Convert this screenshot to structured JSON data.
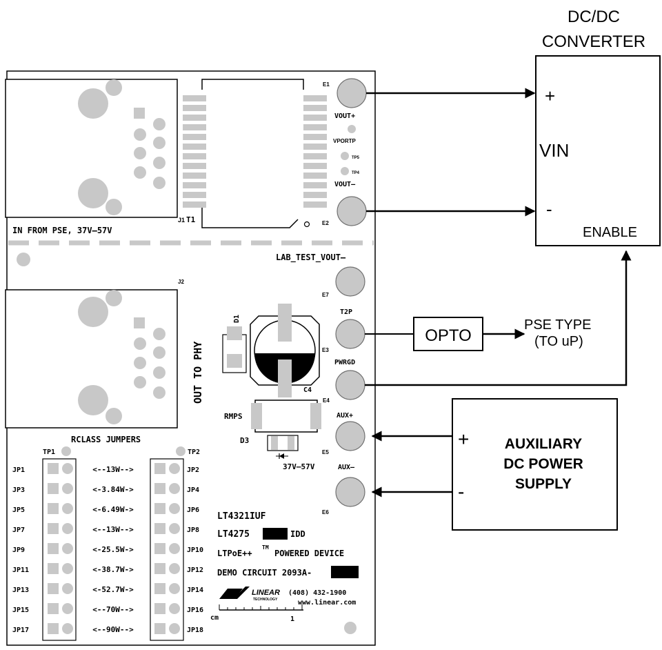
{
  "board": {
    "j1_label": "J1",
    "t1_label": "T1",
    "in_from_pse": "IN FROM PSE, 37V–57V",
    "j2_label": "J2",
    "out_to_phy": "OUT TO PHY",
    "d1_label": "D1",
    "c4_label": "C4",
    "rmps_label": "RMPS",
    "d3_label": "D3",
    "voltage_range": "37V–57V",
    "rclass_title": "RCLASS JUMPERS",
    "tp1": "TP1",
    "tp2": "TP2",
    "tp4": "TP4",
    "tp5": "TP5",
    "jumpers": [
      {
        "left": "JP1",
        "power": "<--13W-->",
        "right": "JP2"
      },
      {
        "left": "JP3",
        "power": "<-3.84W->",
        "right": "JP4"
      },
      {
        "left": "JP5",
        "power": "<-6.49W->",
        "right": "JP6"
      },
      {
        "left": "JP7",
        "power": "<--13W-->",
        "right": "JP8"
      },
      {
        "left": "JP9",
        "power": "<-25.5W->",
        "right": "JP10"
      },
      {
        "left": "JP11",
        "power": "<-38.7W->",
        "right": "JP12"
      },
      {
        "left": "JP13",
        "power": "<-52.7W->",
        "right": "JP14"
      },
      {
        "left": "JP15",
        "power": "<--70W-->",
        "right": "JP16"
      },
      {
        "left": "JP17",
        "power": "<--90W-->",
        "right": "JP18"
      }
    ],
    "terminals": {
      "e1": "E1",
      "vout_plus": "VOUT+",
      "vportp": "VPORTP",
      "vout_minus": "VOUT–",
      "e2": "E2",
      "lab_test": "LAB_TEST_VOUT–",
      "e7": "E7",
      "t2p": "T2P",
      "e3": "E3",
      "pwrgd": "PWRGD",
      "e4": "E4",
      "aux_plus": "AUX+",
      "e5": "E5",
      "aux_minus": "AUX–",
      "e6": "E6"
    },
    "silkscreen": {
      "part1": "LT4321IUF",
      "part2_prefix": "LT4275",
      "part2_suffix": "IDD",
      "ltpoe": "LTPoE++",
      "tm": "TM",
      "powered_device": "POWERED DEVICE",
      "demo_circuit": "DEMO CIRCUIT 2093A-",
      "logo_text": "LINEAR",
      "logo_sub": "TECHNOLOGY",
      "phone": "(408) 432-1900",
      "web": "www.linear.com",
      "ruler_unit": "cm",
      "ruler_one": "1"
    }
  },
  "dcdc": {
    "title_line1": "DC/DC",
    "title_line2": "CONVERTER",
    "plus": "+",
    "vin": "VIN",
    "minus": "-",
    "enable": "ENABLE"
  },
  "opto": {
    "label": "OPTO",
    "pse_type_line1": "PSE TYPE",
    "pse_type_line2": "(TO uP)"
  },
  "aux_supply": {
    "plus": "+",
    "minus": "-",
    "line1": "AUXILIARY",
    "line2": "DC POWER",
    "line3": "SUPPLY"
  },
  "colors": {
    "pad_gray": "#c8c8c8",
    "pad_stroke": "#707070",
    "outline": "#000000"
  }
}
